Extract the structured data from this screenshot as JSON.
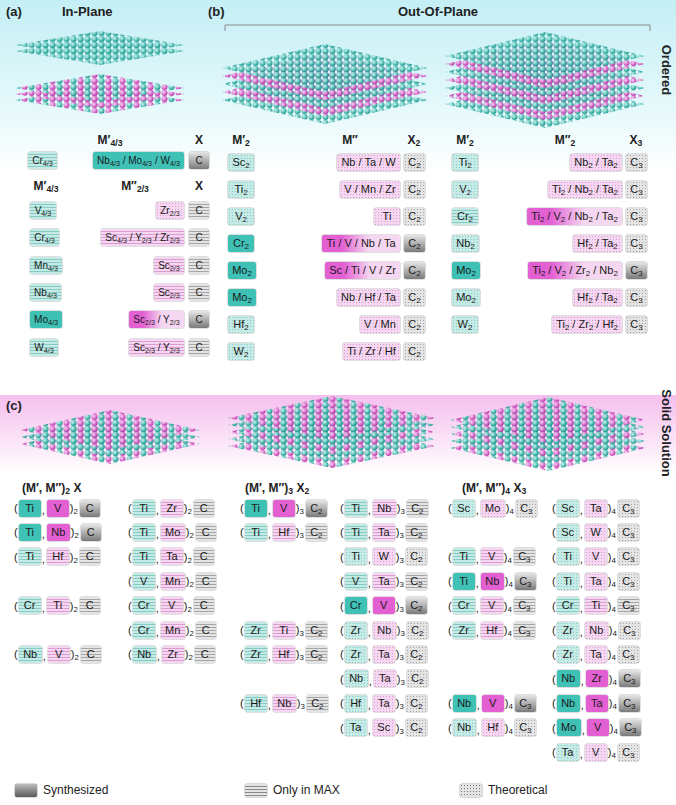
{
  "diagram": {
    "nodes": [
      {
        "text": [
          "Cr4/3"
        ]
      },
      {
        "text": [
          "Nb4/3 / Mo4/3 / W4/3"
        ]
      },
      {
        "text": [
          "C"
        ]
      },
      {
        "text": [
          "V4/3"
        ]
      },
      {
        "text": [
          "Zr2/3"
        ]
      },
      {
        "text": [
          "C"
        ]
      },
      {
        "text": [
          "Cr4/3"
        ]
      },
      {
        "text": [
          "Sc4/3 / Y2/3 / Zr2/3"
        ]
      },
      {
        "text": [
          "C"
        ]
      },
      {
        "text": [
          "Mn4/3"
        ]
      },
      {
        "text": [
          "Sc2/3"
        ]
      },
      {
        "text": [
          "C"
        ]
      },
      {
        "text": [
          "Nb4/3"
        ]
      },
      {
        "text": [
          "Sc2/3"
        ]
      },
      {
        "text": [
          "C"
        ]
      },
      {
        "text": [
          "Mo4/3"
        ]
      },
      {
        "text": [
          "Sc2/3 / Y2/3"
        ]
      },
      {
        "text": [
          "C"
        ]
      },
      {
        "text": [
          "W4/3"
        ]
      },
      {
        "text": [
          "Sc2/3 / Y2/3"
        ]
      },
      {
        "text": [
          "C"
        ]
      },
      {
        "text": [
          "Sc2"
        ]
      },
      {
        "text": [
          "Nb / Ta / W"
        ]
      },
      {
        "text": [
          "C2"
        ]
      },
      {
        "text": [
          "Ti2"
        ]
      },
      {
        "text": [
          "V / Mn / Zr"
        ]
      },
      {
        "text": [
          "C2"
        ]
      },
      {
        "text": [
          "V2"
        ]
      },
      {
        "text": [
          "Ti"
        ]
      },
      {
        "text": [
          "C2"
        ]
      },
      {
        "text": [
          "Cr2"
        ]
      },
      {
        "text": [
          "Ti / V / Nb / Ta"
        ]
      },
      {
        "text": [
          "C2"
        ]
      },
      {
        "text": [
          "Mo2"
        ]
      },
      {
        "text": [
          "Sc / Ti / V / Zr"
        ]
      },
      {
        "text": [
          "C2"
        ]
      },
      {
        "text": [
          "Mo2"
        ]
      },
      {
        "text": [
          "Nb / Hf / Ta"
        ]
      },
      {
        "text": [
          "C2"
        ]
      },
      {
        "text": [
          "Hf2"
        ]
      },
      {
        "text": [
          "V / Mn"
        ]
      },
      {
        "text": [
          "C2"
        ]
      },
      {
        "text": [
          "W2"
        ]
      },
      {
        "text": [
          "Ti / Zr / Hf"
        ]
      },
      {
        "text": [
          "C2"
        ]
      },
      {
        "text": [
          "Ti2"
        ]
      },
      {
        "text": [
          "Nb2 / Ta2"
        ]
      },
      {
        "text": [
          "C3"
        ]
      },
      {
        "text": [
          "V2"
        ]
      },
      {
        "text": [
          "Ti2 / Nb2 / Ta2"
        ]
      },
      {
        "text": [
          "C3"
        ]
      },
      {
        "text": [
          "Cr2"
        ]
      },
      {
        "text": [
          "Ti2 / V2 / Nb2 / Ta2"
        ]
      },
      {
        "text": [
          "C3"
        ]
      },
      {
        "text": [
          "Nb2"
        ]
      },
      {
        "text": [
          "Hf2 / Ta2"
        ]
      },
      {
        "text": [
          "C3"
        ]
      },
      {
        "text": [
          "Mo2"
        ]
      },
      {
        "text": [
          "Ti2 / V2 / Zr2 / Nb2"
        ]
      },
      {
        "text": [
          "C3"
        ]
      },
      {
        "text": [
          "Mo2"
        ]
      },
      {
        "text": [
          "Hf2 / Ta2"
        ]
      },
      {
        "text": [
          "C3"
        ]
      },
      {
        "text": [
          "W2"
        ]
      },
      {
        "text": [
          "Ti2 / Zr2 / Hf2"
        ]
      },
      {
        "text": [
          "C3"
        ]
      },
      {
        "text": [
          "Ti"
        ]
      },
      {
        "text": [
          "V"
        ]
      },
      {
        "text": [
          "C"
        ]
      },
      {
        "text": [
          "Ti"
        ]
      },
      {
        "text": [
          "Nb"
        ]
      },
      {
        "text": [
          "C"
        ]
      },
      {
        "text": [
          "Ti"
        ]
      },
      {
        "text": [
          "Hf"
        ]
      },
      {
        "text": [
          "C"
        ]
      },
      {
        "text": [
          "Cr"
        ]
      },
      {
        "text": [
          "Ti"
        ]
      },
      {
        "text": [
          "C"
        ]
      },
      {
        "text": [
          "Nb"
        ]
      },
      {
        "text": [
          "V"
        ]
      },
      {
        "text": [
          "C"
        ]
      },
      {
        "text": [
          "Ti"
        ]
      },
      {
        "text": [
          "Zr"
        ]
      },
      {
        "text": [
          "C"
        ]
      },
      {
        "text": [
          "Ti"
        ]
      },
      {
        "text": [
          "Mo"
        ]
      },
      {
        "text": [
          "C"
        ]
      },
      {
        "text": [
          "Ti"
        ]
      },
      {
        "text": [
          "Ta"
        ]
      },
      {
        "text": [
          "C"
        ]
      },
      {
        "text": [
          "V"
        ]
      },
      {
        "text": [
          "Mn"
        ]
      },
      {
        "text": [
          "C"
        ]
      },
      {
        "text": [
          "Cr"
        ]
      },
      {
        "text": [
          "V"
        ]
      },
      {
        "text": [
          "C"
        ]
      },
      {
        "text": [
          "Cr"
        ]
      },
      {
        "text": [
          "Mn"
        ]
      },
      {
        "text": [
          "C"
        ]
      },
      {
        "text": [
          "Nb"
        ]
      },
      {
        "text": [
          "Zr"
        ]
      },
      {
        "text": [
          "C"
        ]
      },
      {
        "text": [
          "Ti"
        ]
      },
      {
        "text": [
          "V"
        ]
      },
      {
        "text": [
          "C2"
        ]
      },
      {
        "text": [
          "Ti"
        ]
      },
      {
        "text": [
          "Hf"
        ]
      },
      {
        "text": [
          "C2"
        ]
      },
      {
        "text": [
          "Zr"
        ]
      },
      {
        "text": [
          "Ti"
        ]
      },
      {
        "text": [
          "C2"
        ]
      },
      {
        "text": [
          "Zr"
        ]
      },
      {
        "text": [
          "Hf"
        ]
      },
      {
        "text": [
          "C2"
        ]
      },
      {
        "text": [
          "Hf"
        ]
      },
      {
        "text": [
          "Nb"
        ]
      },
      {
        "text": [
          "C2"
        ]
      },
      {
        "text": [
          "Ti"
        ]
      },
      {
        "text": [
          "Nb"
        ]
      },
      {
        "text": [
          "C2"
        ]
      },
      {
        "text": [
          "Ti"
        ]
      },
      {
        "text": [
          "Ta"
        ]
      },
      {
        "text": [
          "C2"
        ]
      },
      {
        "text": [
          "Ti"
        ]
      },
      {
        "text": [
          "W"
        ]
      },
      {
        "text": [
          "C2"
        ]
      },
      {
        "text": [
          "V"
        ]
      },
      {
        "text": [
          "Ta"
        ]
      },
      {
        "text": [
          "C2"
        ]
      },
      {
        "text": [
          "Cr"
        ]
      },
      {
        "text": [
          "V"
        ]
      },
      {
        "text": [
          "C2"
        ]
      },
      {
        "text": [
          "Zr"
        ]
      },
      {
        "text": [
          "Nb"
        ]
      },
      {
        "text": [
          "C2"
        ]
      },
      {
        "text": [
          "Zr"
        ]
      },
      {
        "text": [
          "Ta"
        ]
      },
      {
        "text": [
          "C2"
        ]
      },
      {
        "text": [
          "Nb"
        ]
      },
      {
        "text": [
          "Ta"
        ]
      },
      {
        "text": [
          "C2"
        ]
      },
      {
        "text": [
          "Hf"
        ]
      },
      {
        "text": [
          "Ta"
        ]
      },
      {
        "text": [
          "C2"
        ]
      },
      {
        "text": [
          "Ta"
        ]
      },
      {
        "text": [
          "Sc"
        ]
      },
      {
        "text": [
          "C2"
        ]
      },
      {
        "text": [
          "Sc"
        ]
      },
      {
        "text": [
          "Mo"
        ]
      },
      {
        "text": [
          "C3"
        ]
      },
      {
        "text": [
          "Ti"
        ]
      },
      {
        "text": [
          "V"
        ]
      },
      {
        "text": [
          "C3"
        ]
      },
      {
        "text": [
          "Ti"
        ]
      },
      {
        "text": [
          "Nb"
        ]
      },
      {
        "text": [
          "C3"
        ]
      },
      {
        "text": [
          "Cr"
        ]
      },
      {
        "text": [
          "V"
        ]
      },
      {
        "text": [
          "C3"
        ]
      },
      {
        "text": [
          "Zr"
        ]
      },
      {
        "text": [
          "Hf"
        ]
      },
      {
        "text": [
          "C3"
        ]
      },
      {
        "text": [
          "Nb"
        ]
      },
      {
        "text": [
          "V"
        ]
      },
      {
        "text": [
          "C3"
        ]
      },
      {
        "text": [
          "Nb"
        ]
      },
      {
        "text": [
          "Hf"
        ]
      },
      {
        "text": [
          "C3"
        ]
      },
      {
        "text": [
          "Sc"
        ]
      },
      {
        "text": [
          "Ta"
        ]
      },
      {
        "text": [
          "C3"
        ]
      },
      {
        "text": [
          "Sc"
        ]
      },
      {
        "text": [
          "W"
        ]
      },
      {
        "text": [
          "C3"
        ]
      },
      {
        "text": [
          "Ti"
        ]
      },
      {
        "text": [
          "V"
        ]
      },
      {
        "text": [
          "C3"
        ]
      },
      {
        "text": [
          "Ti"
        ]
      },
      {
        "text": [
          "Ta"
        ]
      },
      {
        "text": [
          "C3"
        ]
      },
      {
        "text": [
          "Cr"
        ]
      },
      {
        "text": [
          "Ti"
        ]
      },
      {
        "text": [
          "C3"
        ]
      },
      {
        "text": [
          "Zr"
        ]
      },
      {
        "text": [
          "Nb"
        ]
      },
      {
        "text": [
          "C3"
        ]
      },
      {
        "text": [
          "Zr"
        ]
      },
      {
        "text": [
          "Ta"
        ]
      },
      {
        "text": [
          "C3"
        ]
      },
      {
        "text": [
          "Nb"
        ]
      },
      {
        "text": [
          "Zr"
        ]
      },
      {
        "text": [
          "C3"
        ]
      },
      {
        "text": [
          "Nb"
        ]
      },
      {
        "text": [
          "Ta"
        ]
      },
      {
        "text": [
          "C3"
        ]
      },
      {
        "text": [
          "Mo"
        ]
      },
      {
        "text": [
          "V"
        ]
      },
      {
        "text": [
          "C3"
        ]
      },
      {
        "text": [
          "Ta"
        ]
      },
      {
        "text": [
          "V"
        ]
      },
      {
        "text": [
          "C3"
        ]
      }
    ],
    "labels": [
      "(a)",
      "In-Plane",
      "(b)",
      "Out-Of-Plane",
      "Ordered",
      "M′4/3",
      "X",
      "M′4/3",
      "M″2/3",
      "X",
      "M′2",
      "M″",
      "X2",
      "M′2",
      "M″2",
      "X3",
      "(c)",
      "Solid Solution",
      "(M′, M″)2 X",
      "(M′, M″)3 X2",
      "(M′, M″)4 X3",
      "(",
      ",",
      ")2",
      "(",
      ",",
      ")2",
      "(",
      ",",
      ")2",
      "(",
      ",",
      ")2",
      "(",
      ",",
      ")2",
      "(",
      ",",
      ")2",
      "(",
      ",",
      ")2",
      "(",
      ",",
      ")2",
      "(",
      ",",
      ")2",
      "(",
      ",",
      ")2",
      "(",
      ",",
      ")2",
      "(",
      ",",
      ")2",
      "(",
      ",",
      ")3",
      "(",
      ",",
      ")3",
      "(",
      ",",
      ")3",
      "(",
      ",",
      ")3",
      "(",
      ",",
      ")3",
      "(",
      ",",
      ")3",
      "(",
      ",",
      ")3",
      "(",
      ",",
      ")3",
      "(",
      ",",
      ")3",
      "(",
      ",",
      ")3",
      "(",
      ",",
      ")3",
      "(",
      ",",
      ")3",
      "(",
      ",",
      ")3",
      "(",
      ",",
      ")3",
      "(",
      ",",
      ")3",
      "(",
      ",",
      ")4",
      "(",
      ",",
      ")4",
      "(",
      ",",
      ")4",
      "(",
      ",",
      ")4",
      "(",
      ",",
      ")4",
      "(",
      ",",
      ")4",
      "(",
      ",",
      ")4",
      "(",
      ",",
      ")4",
      "(",
      ",",
      ")4",
      "(",
      ",",
      ")4",
      "(",
      ",",
      ")4",
      "(",
      ",",
      ")4",
      "(",
      ",",
      ")4",
      "(",
      ",",
      ")4",
      "(",
      ",",
      ")4",
      "(",
      ",",
      ")4",
      "(",
      ",",
      ")4",
      "(",
      ",",
      ")4"
    ],
    "legend": [
      {
        "text": "Synthesized",
        "color": "#5a5a5a"
      },
      {
        "text": "Only in MAX"
      },
      {
        "text": "Theoretical"
      }
    ]
  }
}
